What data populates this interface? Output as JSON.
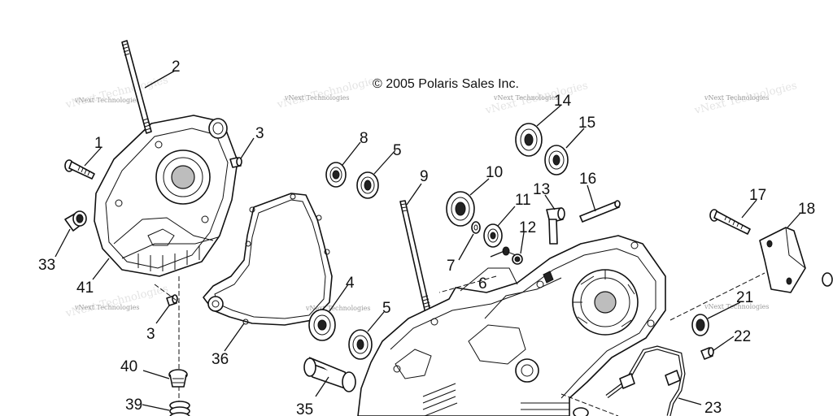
{
  "copyright": "© 2005 Polaris Sales Inc.",
  "watermark": "vNext Technologies",
  "callouts": {
    "c1": "1",
    "c2": "2",
    "c3a": "3",
    "c3b": "3",
    "c4": "4",
    "c5a": "5",
    "c5b": "5",
    "c6": "6",
    "c7": "7",
    "c8": "8",
    "c9": "9",
    "c10": "10",
    "c11": "11",
    "c12": "12",
    "c13": "13",
    "c14": "14",
    "c15": "15",
    "c16": "16",
    "c17": "17",
    "c18": "18",
    "c21": "21",
    "c22": "22",
    "c23": "23",
    "c33": "33",
    "c35": "35",
    "c36": "36",
    "c39": "39",
    "c40": "40",
    "c41": "41"
  }
}
